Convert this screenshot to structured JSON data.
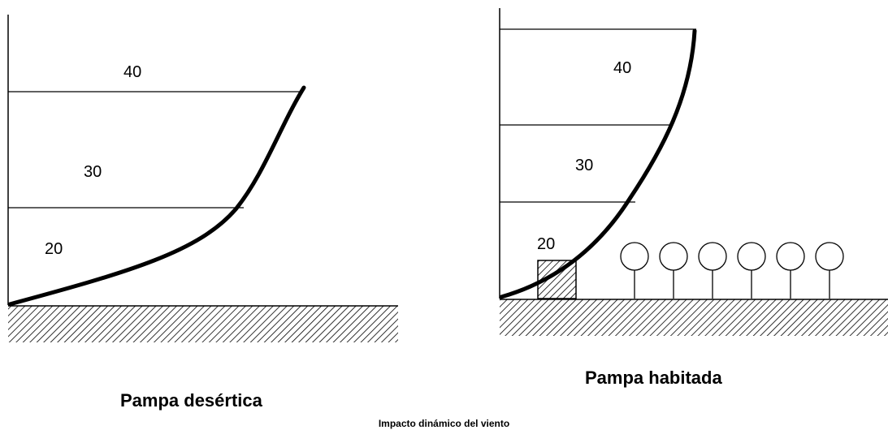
{
  "left_panel": {
    "caption": "Pampa desértica",
    "level_labels": [
      "40",
      "30",
      "20"
    ]
  },
  "right_panel": {
    "caption": "Pampa habitada",
    "level_labels": [
      "40",
      "30",
      "20"
    ],
    "tree_count": 6
  },
  "caption": "Impacto dinámico del viento"
}
